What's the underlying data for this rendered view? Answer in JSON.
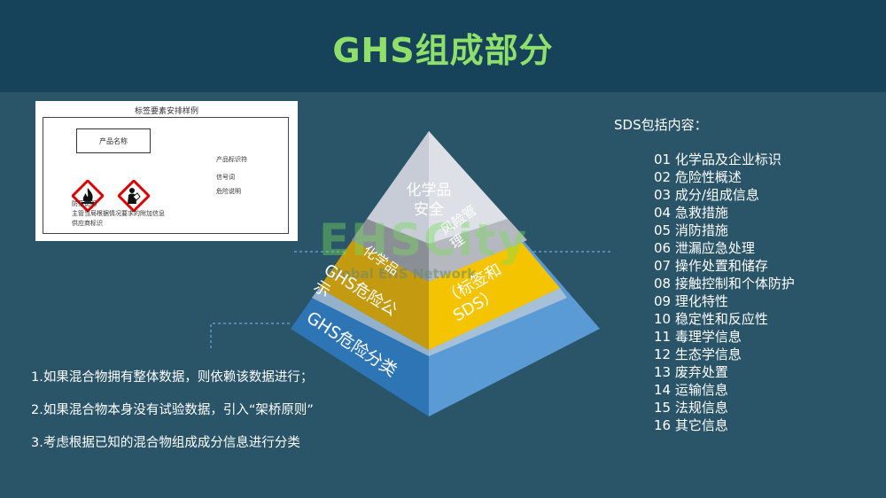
{
  "title": "GHS组成部分",
  "label_card": {
    "title": "标签要素安排样例",
    "product_name": "产品名称",
    "product_identifier": "产品标识符",
    "signal_word": "信号词",
    "hazard_statement": "危险说明",
    "bottom_lines": [
      "防范说明",
      "主管当局根据情况要求的附加信息",
      "供应商标识"
    ],
    "pictograms": [
      "flame-pictogram",
      "health-hazard-pictogram"
    ]
  },
  "pyramid": {
    "top": [
      "化学品",
      "安全"
    ],
    "middle_left": "化学品",
    "middle_right": [
      "风险管",
      "理"
    ],
    "lower_left": [
      "GHS危险公",
      "示"
    ],
    "lower_right": [
      "（标签和",
      "SDS）"
    ],
    "bottom": "GHS危险分类",
    "colors": {
      "top": "#c7ccd6",
      "middle": "#9aa0a6",
      "lower_left": "#c49a10",
      "lower_right": "#f5c400",
      "bottom_left": "#2e75b6",
      "bottom_right": "#5b9bd5"
    }
  },
  "watermark": {
    "text": "EHSCity",
    "subtext": "Global EHS Network"
  },
  "sds": {
    "title": "SDS包括内容：",
    "items": [
      "01 化学品及企业标识",
      "02 危险性概述",
      "03 成分/组成信息",
      "04 急救措施",
      "05 消防措施",
      "06 泄漏应急处理",
      "07 操作处置和储存",
      "08 接触控制和个体防护",
      "09 理化特性",
      "10 稳定性和反应性",
      "11 毒理学信息",
      "12 生态学信息",
      "13 废弃处置",
      "14 运输信息",
      "15 法规信息",
      "16 其它信息"
    ]
  },
  "notes": [
    "1.如果混合物拥有整体数据，则依赖该数据进行；",
    "2.如果混合物本身没有试验数据，引入“架桥原则”",
    "3.考虑根据已知的混合物组成成分信息进行分类"
  ]
}
